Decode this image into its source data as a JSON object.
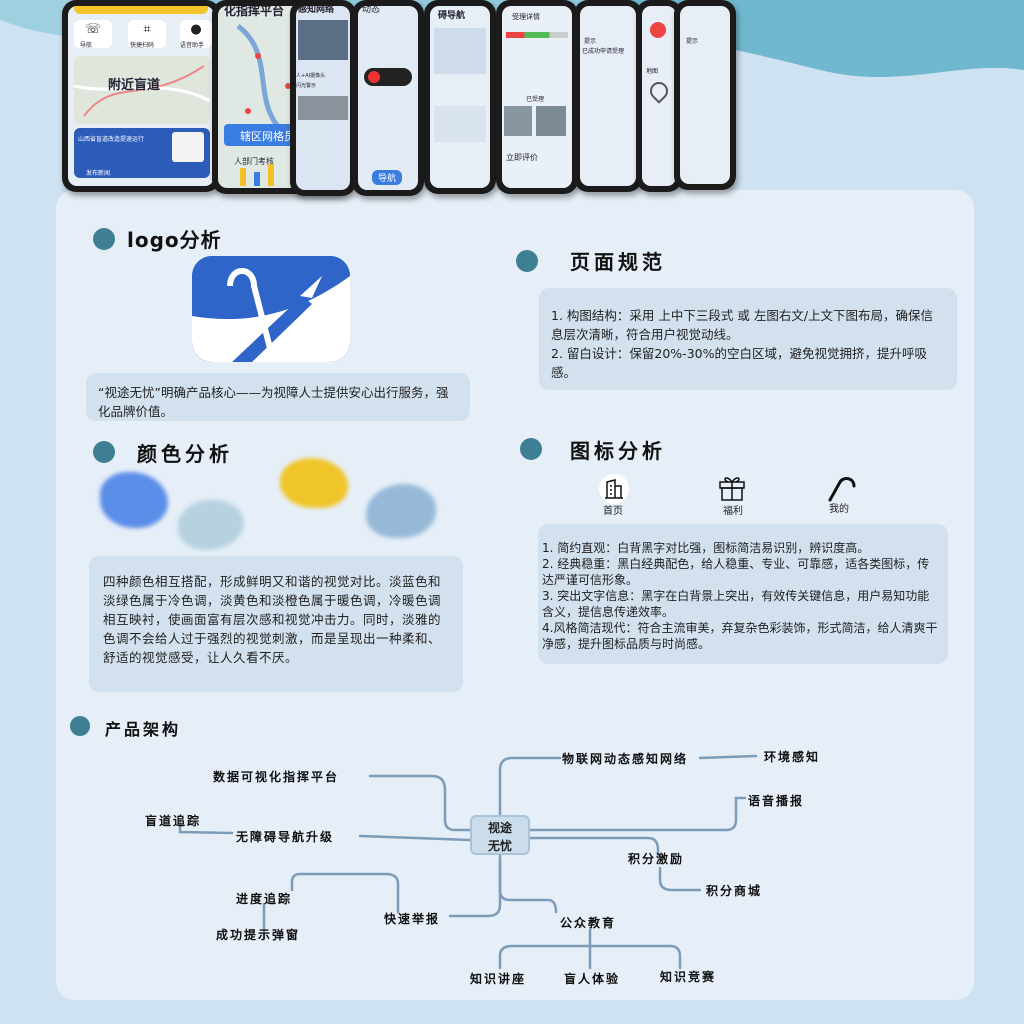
{
  "phones": {
    "p1": {
      "top_buttons": [
        "导航",
        "快捷扫码",
        "语音助手"
      ],
      "nearby": "附近盲道",
      "news": "山西省盲道改造提速运行",
      "notice": "发布新闻"
    },
    "p2": {
      "title": "化指挥平台",
      "banner": "辖区网格员",
      "sub": "人部门考核"
    },
    "p3": {
      "title": "感知网络",
      "line1": "人+AI摄像头",
      "line2": "闪光警示"
    },
    "p4": {
      "title": "动态",
      "nav": "导航"
    },
    "p5": {
      "title": "碍导航"
    },
    "p6": {
      "title": "受理详情",
      "button": "立即评价",
      "label": "已受理"
    },
    "p7": {
      "title": "提示",
      "line": "已成功申请受理"
    },
    "p8": {
      "title": "地图"
    },
    "p9": {
      "title": "提示"
    }
  },
  "logo_section": {
    "heading": "logo分析",
    "text": "“视途无忧”明确产品核心——为视障人士提供安心出行服务，强化品牌价值。"
  },
  "page_section": {
    "heading": "页面规范",
    "items": [
      "1. 构图结构：采用 上中下三段式 或 左图右文/上文下图布局，确保信息层次清晰，符合用户视觉动线。",
      "2. 留白设计：保留20%-30%的空白区域，避免视觉拥挤，提升呼吸感。"
    ]
  },
  "color_section": {
    "heading": "颜色分析",
    "swatches": [
      "#5b8ee8",
      "#b7d2df",
      "#f0c52a",
      "#97b9d8"
    ],
    "text": "四种颜色相互搭配，形成鲜明又和谐的视觉对比。淡蓝色和淡绿色属于冷色调，淡黄色和淡橙色属于暖色调，冷暖色调相互映衬，使画面富有层次感和视觉冲击力。同时，淡雅的色调不会给人过于强烈的视觉刺激，而是呈现出一种柔和、舒适的视觉感受，让人久看不厌。"
  },
  "icon_section": {
    "heading": "图标分析",
    "icons": [
      {
        "name": "home-icon",
        "label": "首页"
      },
      {
        "name": "gift-icon",
        "label": "福利"
      },
      {
        "name": "cane-icon",
        "label": "我的"
      }
    ],
    "items": [
      "1. 简约直观：白背黑字对比强，图标简洁易识别，辨识度高。",
      "2. 经典稳重：黑白经典配色，给人稳重、专业、可靠感，适各类图标，传达严谨可信形象。",
      "3. 突出文字信息：黑字在白背景上突出，有效传关键信息，用户易知功能含义，提信息传递效率。",
      "4.风格简洁现代：符合主流审美，弃复杂色彩装饰，形式简洁，给人清爽干净感，提升图标品质与时尚感。"
    ]
  },
  "architecture": {
    "heading": "产品架构",
    "center": [
      "视途",
      "无忧"
    ],
    "nodes": {
      "iot": "物联网动态感知网络",
      "env": "环境感知",
      "dataviz": "数据可视化指挥平台",
      "voice": "语音播报",
      "track": "盲道追踪",
      "barrier": "无障碍导航升级",
      "points": "积分激励",
      "mall": "积分商城",
      "progress": "进度追踪",
      "report": "快速举报",
      "popup": "成功提示弹窗",
      "edu": "公众教育",
      "lecture": "知识讲座",
      "experience": "盲人体验",
      "contest": "知识竞赛"
    }
  }
}
